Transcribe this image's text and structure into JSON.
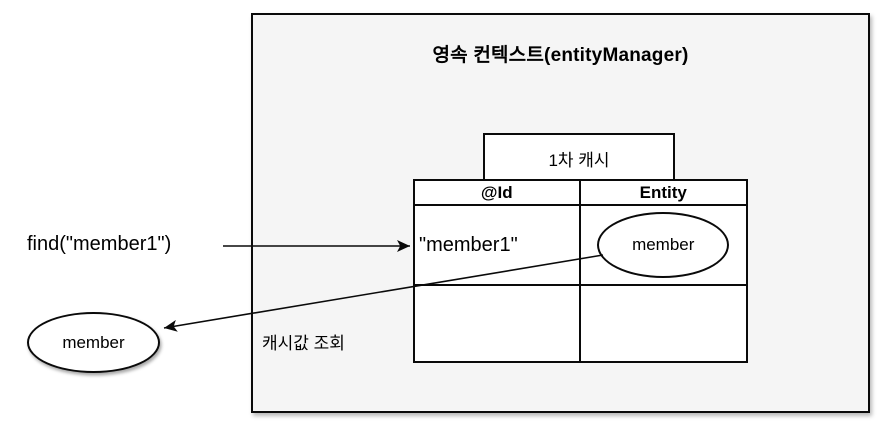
{
  "diagram": {
    "outer_box_title": "영속 컨텍스트(entityManager)",
    "cache_label": "1차 캐시",
    "table": {
      "headers": [
        "@Id",
        "Entity"
      ],
      "rows": [
        {
          "id": "\"member1\"",
          "entity": "member"
        },
        {
          "id": "",
          "entity": ""
        }
      ]
    },
    "find_label": "find(\"member1\")",
    "result_entity_label": "member",
    "cache_lookup_label": "캐시값 조회",
    "colors": {
      "page_background": "#ffffff",
      "context_box_fill": "#f5f5f5",
      "cell_fill": "#ffffff",
      "line": "#0a0a0a"
    }
  }
}
